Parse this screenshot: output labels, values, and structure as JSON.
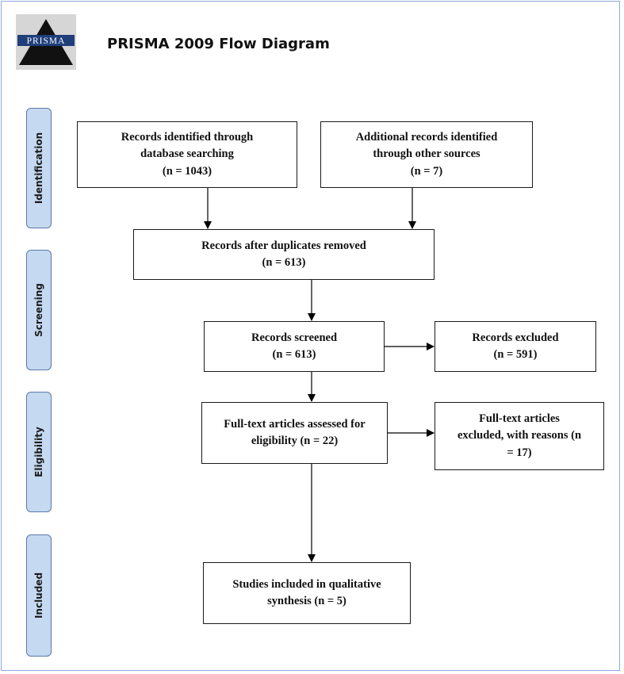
{
  "logo": {
    "text": "PRISMA"
  },
  "title": "PRISMA 2009 Flow Diagram",
  "phases": {
    "identification": "Identification",
    "screening": "Screening",
    "eligibility": "Eligibility",
    "included": "Included"
  },
  "nodes": {
    "database": {
      "lines": [
        "Records identified through",
        "database searching",
        "(n = 1043)"
      ]
    },
    "other_sources": {
      "lines": [
        "Additional records identified",
        "through other sources",
        "(n = 7)"
      ]
    },
    "duplicates_removed": {
      "lines": [
        "Records after duplicates removed",
        "(n = 613)"
      ]
    },
    "screened": {
      "lines": [
        "Records screened",
        "(n = 613)"
      ]
    },
    "excluded": {
      "lines": [
        "Records excluded",
        "(n = 591)"
      ]
    },
    "fulltext_assessed": {
      "lines": [
        "Full-text articles assessed for",
        "eligibility  (n = 22)"
      ]
    },
    "fulltext_excluded": {
      "lines": [
        "Full-text articles",
        "excluded, with reasons (n",
        "= 17)"
      ]
    },
    "included": {
      "lines": [
        "Studies included in qualitative",
        "synthesis (n = 5)"
      ]
    }
  },
  "colors": {
    "phase_fill": "#c5d9f1",
    "phase_border": "#5a7aa8",
    "frame_border": "#8ea9db",
    "logo_background": "#d6d6d6",
    "logo_triangle": "#111111",
    "logo_band": "#1f3e7a"
  }
}
